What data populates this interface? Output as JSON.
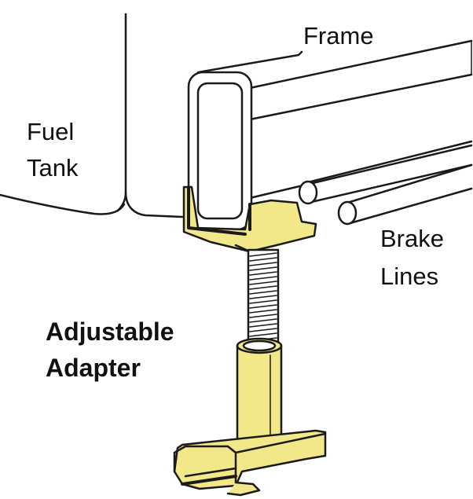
{
  "labels": {
    "frame": "Frame",
    "fuel_tank_line1": "Fuel",
    "fuel_tank_line2": "Tank",
    "brake_lines_line1": "Brake",
    "brake_lines_line2": "Lines",
    "adjustable_adapter_line1": "Adjustable",
    "adjustable_adapter_line2": "Adapter"
  },
  "colors": {
    "adapter_fill": "#f2e88a",
    "line": "#1a1a1a",
    "background": "#ffffff"
  }
}
